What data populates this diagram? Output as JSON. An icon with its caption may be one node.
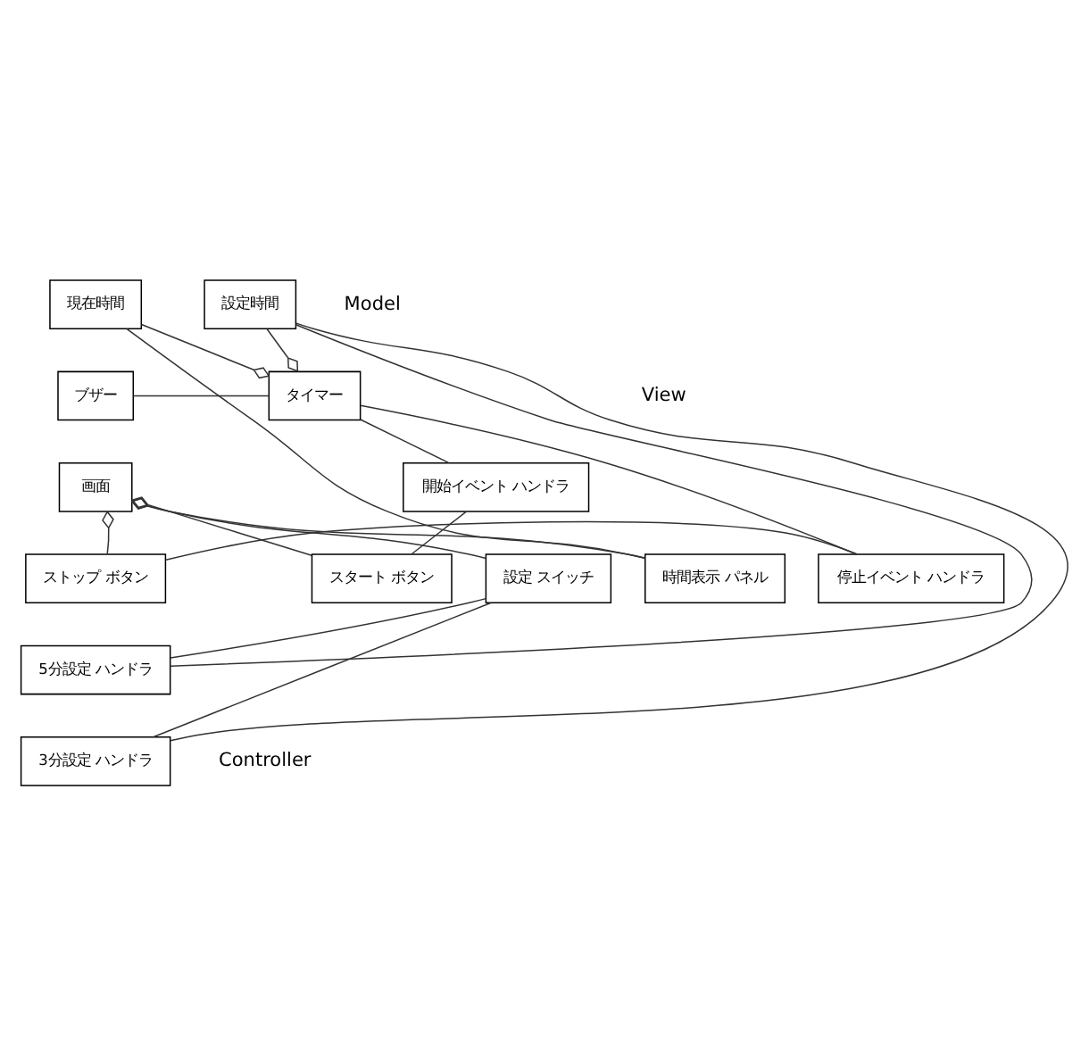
{
  "diagram": {
    "nodes": [
      {
        "text": [
          "現在時間"
        ]
      },
      {
        "text": [
          "設定時間"
        ]
      },
      {
        "text": [
          "ブザー"
        ]
      },
      {
        "text": [
          "タイマー"
        ]
      },
      {
        "text": [
          "画面"
        ]
      },
      {
        "text": [
          "開始イベント ハンドラ"
        ]
      },
      {
        "text": [
          "ストップ ボタン"
        ]
      },
      {
        "text": [
          "スタート ボタン"
        ]
      },
      {
        "text": [
          "設定 スイッチ"
        ]
      },
      {
        "text": [
          "時間表示 パネル"
        ]
      },
      {
        "text": [
          "停止イベント ハンドラ"
        ]
      },
      {
        "text": [
          "5分設定 ハンドラ"
        ]
      },
      {
        "text": [
          "3分設定 ハンドラ"
        ]
      }
    ],
    "edges": [
      {
        "from": 3,
        "to": 0,
        "arrow": "other"
      },
      {
        "from": 3,
        "to": 1,
        "arrow": "other"
      },
      {
        "from": 2,
        "to": 3,
        "arrow": "none"
      },
      {
        "from": 0,
        "to": 9,
        "arrow": "none"
      },
      {
        "from": 1,
        "to": 12,
        "arrow": "none"
      },
      {
        "from": 1,
        "to": 11,
        "arrow": "none"
      },
      {
        "from": 3,
        "to": 10,
        "arrow": "none"
      },
      {
        "from": 3,
        "to": 5,
        "arrow": "none"
      },
      {
        "from": 5,
        "to": 7,
        "arrow": "none"
      },
      {
        "from": 10,
        "to": 6,
        "arrow": "none"
      },
      {
        "from": 8,
        "to": 11,
        "arrow": "none"
      },
      {
        "from": 8,
        "to": 12,
        "arrow": "none"
      },
      {
        "from": 4,
        "to": 6,
        "arrow": "other"
      },
      {
        "from": 4,
        "to": 7,
        "arrow": "other"
      },
      {
        "from": 4,
        "to": 8,
        "arrow": "other"
      },
      {
        "from": 4,
        "to": 9,
        "arrow": "other"
      }
    ],
    "labels": [
      "Model",
      "View",
      "Controller"
    ]
  }
}
